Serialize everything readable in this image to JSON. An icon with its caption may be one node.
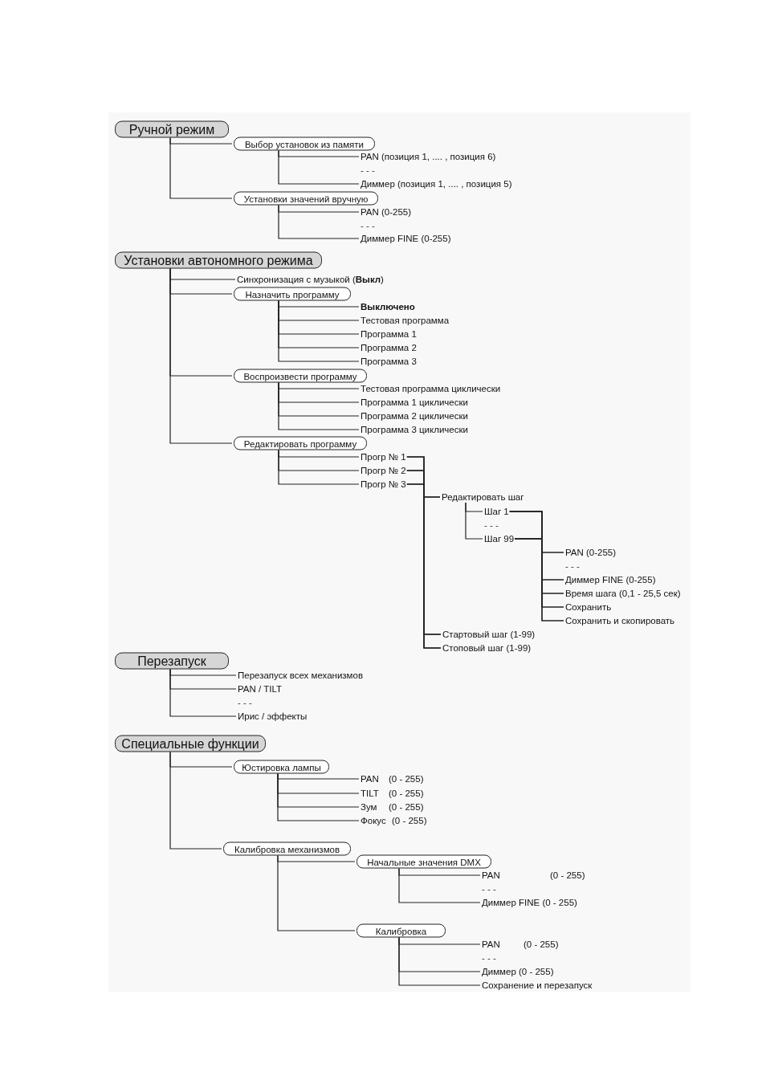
{
  "diagram": {
    "nodes": [
      {
        "text": [
          "Ручной режим"
        ]
      },
      {
        "text": [
          "Выбор установок из памяти"
        ]
      },
      {
        "text": [
          "PAN (позиция 1, .... , позиция 6)"
        ]
      },
      {
        "text": [
          "Диммер (позиция 1, .... , позиция 5)"
        ]
      },
      {
        "text": [
          "Установки значений вручную"
        ]
      },
      {
        "text": [
          "PAN (0-255)"
        ]
      },
      {
        "text": [
          "Диммер FINE (0-255)"
        ]
      },
      {
        "text": [
          "Установки автономного режима"
        ]
      },
      {
        "text": [
          "Синхронизация с музыкой (**Выкл**)"
        ]
      },
      {
        "text": [
          "Назначить программу"
        ]
      },
      {
        "text": [
          "Выключено"
        ]
      },
      {
        "text": [
          "Тестовая программа"
        ]
      },
      {
        "text": [
          "Программа 1"
        ]
      },
      {
        "text": [
          "Программа 2"
        ]
      },
      {
        "text": [
          "Программа 3"
        ]
      },
      {
        "text": [
          "Воспроизвести программу"
        ]
      },
      {
        "text": [
          "Тестовая программа циклически"
        ]
      },
      {
        "text": [
          "Программа 1 циклически"
        ]
      },
      {
        "text": [
          "Программа 2 циклически"
        ]
      },
      {
        "text": [
          "Программа 3 циклически"
        ]
      },
      {
        "text": [
          "Редактировать программу"
        ]
      },
      {
        "text": [
          "Прогр № 1"
        ]
      },
      {
        "text": [
          "Прогр № 2"
        ]
      },
      {
        "text": [
          "Прогр № 3"
        ]
      },
      {
        "text": [
          "Редактировать шаг"
        ]
      },
      {
        "text": [
          "Шаг 1"
        ]
      },
      {
        "text": [
          "Шаг 99"
        ]
      },
      {
        "text": [
          "PAN (0-255)"
        ]
      },
      {
        "text": [
          "Диммер FINE (0-255)"
        ]
      },
      {
        "text": [
          "Время шага (0,1 - 25,5 сек)"
        ]
      },
      {
        "text": [
          "Сохранить"
        ]
      },
      {
        "text": [
          "Сохранить и скопировать"
        ]
      },
      {
        "text": [
          "Стартовый шаг (1-99)"
        ]
      },
      {
        "text": [
          "Стоповый шаг (1-99)"
        ]
      },
      {
        "text": [
          "Перезапуск"
        ]
      },
      {
        "text": [
          "Перезапуск всех механизмов"
        ]
      },
      {
        "text": [
          "PAN / TILT"
        ]
      },
      {
        "text": [
          "Ирис / эффекты"
        ]
      },
      {
        "text": [
          "Специальные функции"
        ]
      },
      {
        "text": [
          "Юстировка лампы"
        ]
      },
      {
        "text": [
          "PAN",
          "(0 - 255)"
        ]
      },
      {
        "text": [
          "TILT",
          "(0 - 255)"
        ]
      },
      {
        "text": [
          "Зум",
          "(0 - 255)"
        ]
      },
      {
        "text": [
          "Фокус",
          "(0 - 255)"
        ]
      },
      {
        "text": [
          "Калибровка механизмов"
        ]
      },
      {
        "text": [
          "Начальные значения DMX"
        ]
      },
      {
        "text": [
          "PAN",
          "(0 - 255)"
        ]
      },
      {
        "text": [
          "Диммер FINE (0 - 255)"
        ]
      },
      {
        "text": [
          "Калибровка"
        ]
      },
      {
        "text": [
          "PAN",
          "(0 - 255)"
        ]
      },
      {
        "text": [
          "Диммер (0 - 255)"
        ]
      },
      {
        "text": [
          "Сохранение и перезапуск"
        ]
      }
    ],
    "edges": [
      {
        "from": 0,
        "to": 1,
        "arrow": "none"
      },
      {
        "from": 0,
        "to": 4,
        "arrow": "none"
      },
      {
        "from": 1,
        "to": 2,
        "arrow": "none"
      },
      {
        "from": 1,
        "to": 3,
        "arrow": "none"
      },
      {
        "from": 4,
        "to": 5,
        "arrow": "none"
      },
      {
        "from": 4,
        "to": 6,
        "arrow": "none"
      },
      {
        "from": 7,
        "to": 8,
        "arrow": "none"
      },
      {
        "from": 7,
        "to": 9,
        "arrow": "none"
      },
      {
        "from": 7,
        "to": 15,
        "arrow": "none"
      },
      {
        "from": 7,
        "to": 20,
        "arrow": "none"
      },
      {
        "from": 9,
        "to": 10,
        "arrow": "none"
      },
      {
        "from": 9,
        "to": 11,
        "arrow": "none"
      },
      {
        "from": 9,
        "to": 12,
        "arrow": "none"
      },
      {
        "from": 9,
        "to": 13,
        "arrow": "none"
      },
      {
        "from": 9,
        "to": 14,
        "arrow": "none"
      },
      {
        "from": 15,
        "to": 16,
        "arrow": "none"
      },
      {
        "from": 15,
        "to": 17,
        "arrow": "none"
      },
      {
        "from": 15,
        "to": 18,
        "arrow": "none"
      },
      {
        "from": 15,
        "to": 19,
        "arrow": "none"
      },
      {
        "from": 20,
        "to": 21,
        "arrow": "none"
      },
      {
        "from": 20,
        "to": 22,
        "arrow": "none"
      },
      {
        "from": 20,
        "to": 23,
        "arrow": "none"
      },
      {
        "from": 21,
        "to": 24,
        "arrow": "none"
      },
      {
        "from": 21,
        "to": 32,
        "arrow": "none"
      },
      {
        "from": 21,
        "to": 33,
        "arrow": "none"
      },
      {
        "from": 22,
        "to": 24,
        "arrow": "none"
      },
      {
        "from": 22,
        "to": 32,
        "arrow": "none"
      },
      {
        "from": 22,
        "to": 33,
        "arrow": "none"
      },
      {
        "from": 23,
        "to": 24,
        "arrow": "none"
      },
      {
        "from": 23,
        "to": 32,
        "arrow": "none"
      },
      {
        "from": 23,
        "to": 33,
        "arrow": "none"
      },
      {
        "from": 24,
        "to": 25,
        "arrow": "none"
      },
      {
        "from": 24,
        "to": 26,
        "arrow": "none"
      },
      {
        "from": 25,
        "to": 27,
        "arrow": "none"
      },
      {
        "from": 25,
        "to": 28,
        "arrow": "none"
      },
      {
        "from": 25,
        "to": 29,
        "arrow": "none"
      },
      {
        "from": 25,
        "to": 30,
        "arrow": "none"
      },
      {
        "from": 25,
        "to": 31,
        "arrow": "none"
      },
      {
        "from": 26,
        "to": 27,
        "arrow": "none"
      },
      {
        "from": 26,
        "to": 28,
        "arrow": "none"
      },
      {
        "from": 26,
        "to": 29,
        "arrow": "none"
      },
      {
        "from": 26,
        "to": 30,
        "arrow": "none"
      },
      {
        "from": 26,
        "to": 31,
        "arrow": "none"
      },
      {
        "from": 34,
        "to": 35,
        "arrow": "none"
      },
      {
        "from": 34,
        "to": 36,
        "arrow": "none"
      },
      {
        "from": 34,
        "to": 37,
        "arrow": "none"
      },
      {
        "from": 38,
        "to": 39,
        "arrow": "none"
      },
      {
        "from": 38,
        "to": 44,
        "arrow": "none"
      },
      {
        "from": 39,
        "to": 40,
        "arrow": "none"
      },
      {
        "from": 39,
        "to": 41,
        "arrow": "none"
      },
      {
        "from": 39,
        "to": 42,
        "arrow": "none"
      },
      {
        "from": 39,
        "to": 43,
        "arrow": "none"
      },
      {
        "from": 44,
        "to": 45,
        "arrow": "none"
      },
      {
        "from": 44,
        "to": 48,
        "arrow": "none"
      },
      {
        "from": 45,
        "to": 46,
        "arrow": "none"
      },
      {
        "from": 45,
        "to": 47,
        "arrow": "none"
      },
      {
        "from": 48,
        "to": 49,
        "arrow": "none"
      },
      {
        "from": 48,
        "to": 50,
        "arrow": "none"
      },
      {
        "from": 48,
        "to": 51,
        "arrow": "none"
      }
    ],
    "labels": [
      "- - -",
      "- - -",
      "- - -",
      "- - -",
      "- - -",
      "- - -",
      "- - -"
    ]
  }
}
